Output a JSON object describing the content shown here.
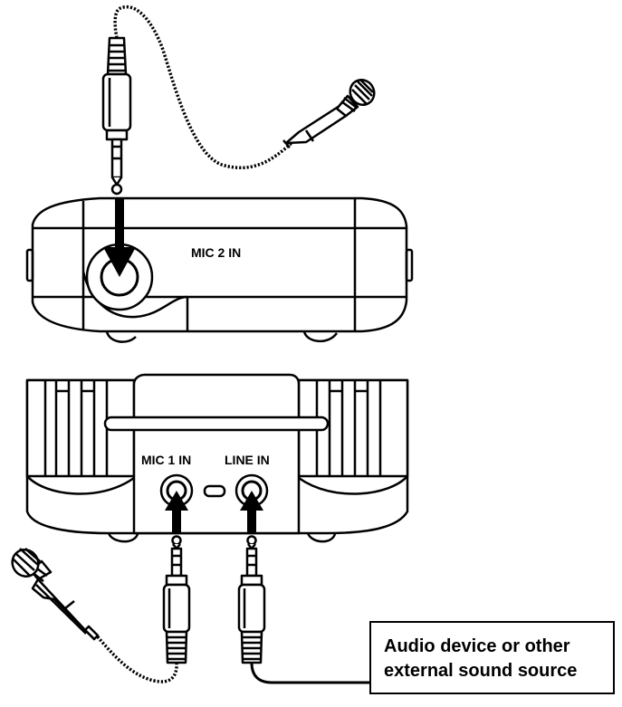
{
  "labels": {
    "mic2_in": "MIC 2 IN",
    "mic1_in": "MIC 1 IN",
    "line_in": "LINE IN"
  },
  "callout": {
    "line1": "Audio device or other",
    "line2": "external sound source"
  },
  "colors": {
    "line": "#000000",
    "background": "#ffffff"
  }
}
